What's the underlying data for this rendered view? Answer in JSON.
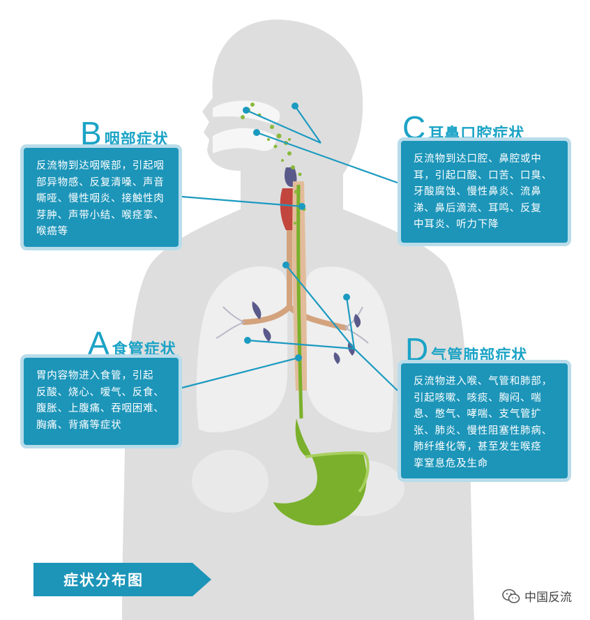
{
  "colors": {
    "accent": "#1ba3c6",
    "box_fill": "#1c95b9",
    "box_border": "#b9dcea",
    "body_silhouette": "#dcdcdc",
    "reflux_green": "#7ab02b",
    "esophagus": "#d89a6c"
  },
  "sections": {
    "b": {
      "letter": "B",
      "title": "咽部症状",
      "lines": [
        "反流物到达咽喉部，引起咽",
        "部异物感、反复清嗓、声音",
        "嘶哑、慢性咽炎、接触性肉",
        "芽肿、声带小结、喉痉挛、",
        "喉癌等"
      ]
    },
    "c": {
      "letter": "C",
      "title": "耳鼻口腔症状",
      "lines": [
        "反流物到达口腔、鼻腔或中",
        "耳，引起口酸、口苦、口臭、",
        "牙酸腐蚀、慢性鼻炎、流鼻",
        "涕、鼻后滴流、耳鸣、反复",
        "中耳炎、听力下降"
      ]
    },
    "a": {
      "letter": "A",
      "title": "食管症状",
      "lines": [
        "胃内容物进入食管，引起",
        "反酸、烧心、嗳气、反食、",
        "腹胀、上腹痛、吞咽困难、",
        "胸痛、背痛等症状"
      ]
    },
    "d": {
      "letter": "D",
      "title": "气管肺部症状",
      "lines": [
        "反流物进入喉、气管和肺部，",
        "引起咳嗽、咳痰、胸闷、喘",
        "息、憋气、哮喘、支气管扩",
        "张、肺炎、慢性阻塞性肺病、",
        "肺纤维化等，甚至发生喉痉",
        "挛窒息危及生命"
      ]
    }
  },
  "map_title": "症状分布图",
  "watermark": "中国反流"
}
